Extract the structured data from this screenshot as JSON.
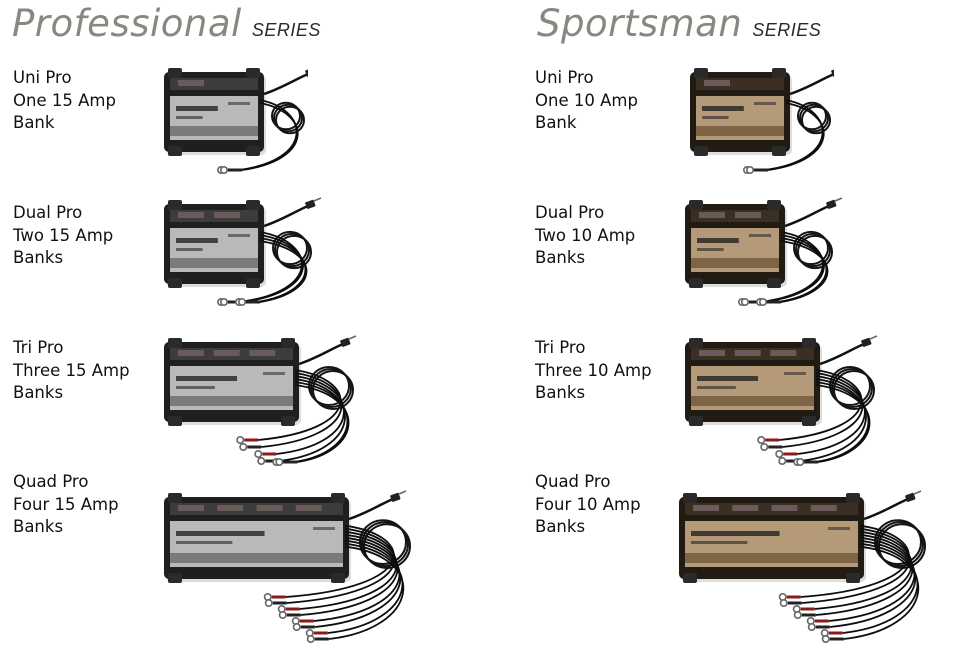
{
  "series": [
    {
      "title": "Professional",
      "subtitle": "SERIES",
      "colors": {
        "panel": "#b9b9b9",
        "panel_dark": "#7a7a7a",
        "body": "#1f1f1f",
        "strip": "#3c3c3c"
      },
      "products": [
        {
          "lines": [
            "Uni Pro",
            "One 15 Amp",
            "Bank"
          ],
          "banks": 1,
          "image_alt": "Uni Pro charger"
        },
        {
          "lines": [
            "Dual Pro",
            "Two 15 Amp",
            "Banks"
          ],
          "banks": 2,
          "image_alt": "Dual Pro charger"
        },
        {
          "lines": [
            "Tri Pro",
            "Three 15 Amp",
            "Banks"
          ],
          "banks": 3,
          "image_alt": "Tri Pro charger"
        },
        {
          "lines": [
            "Quad Pro",
            "Four 15 Amp",
            "Banks"
          ],
          "banks": 4,
          "image_alt": "Quad Pro charger"
        }
      ]
    },
    {
      "title": "Sportsman",
      "subtitle": "SERIES",
      "colors": {
        "panel": "#b59a7a",
        "panel_dark": "#7e6548",
        "body": "#221b14",
        "strip": "#3b2e22"
      },
      "products": [
        {
          "lines": [
            "Uni Pro",
            "One 10 Amp",
            "Bank"
          ],
          "banks": 1,
          "image_alt": "Uni Pro charger"
        },
        {
          "lines": [
            "Dual Pro",
            "Two 10 Amp",
            "Banks"
          ],
          "banks": 2,
          "image_alt": "Dual Pro charger"
        },
        {
          "lines": [
            "Tri Pro",
            "Three 10 Amp",
            "Banks"
          ],
          "banks": 3,
          "image_alt": "Tri Pro charger"
        },
        {
          "lines": [
            "Quad Pro",
            "Four 10 Amp",
            "Banks"
          ],
          "banks": 4,
          "image_alt": "Quad Pro charger"
        }
      ]
    }
  ]
}
